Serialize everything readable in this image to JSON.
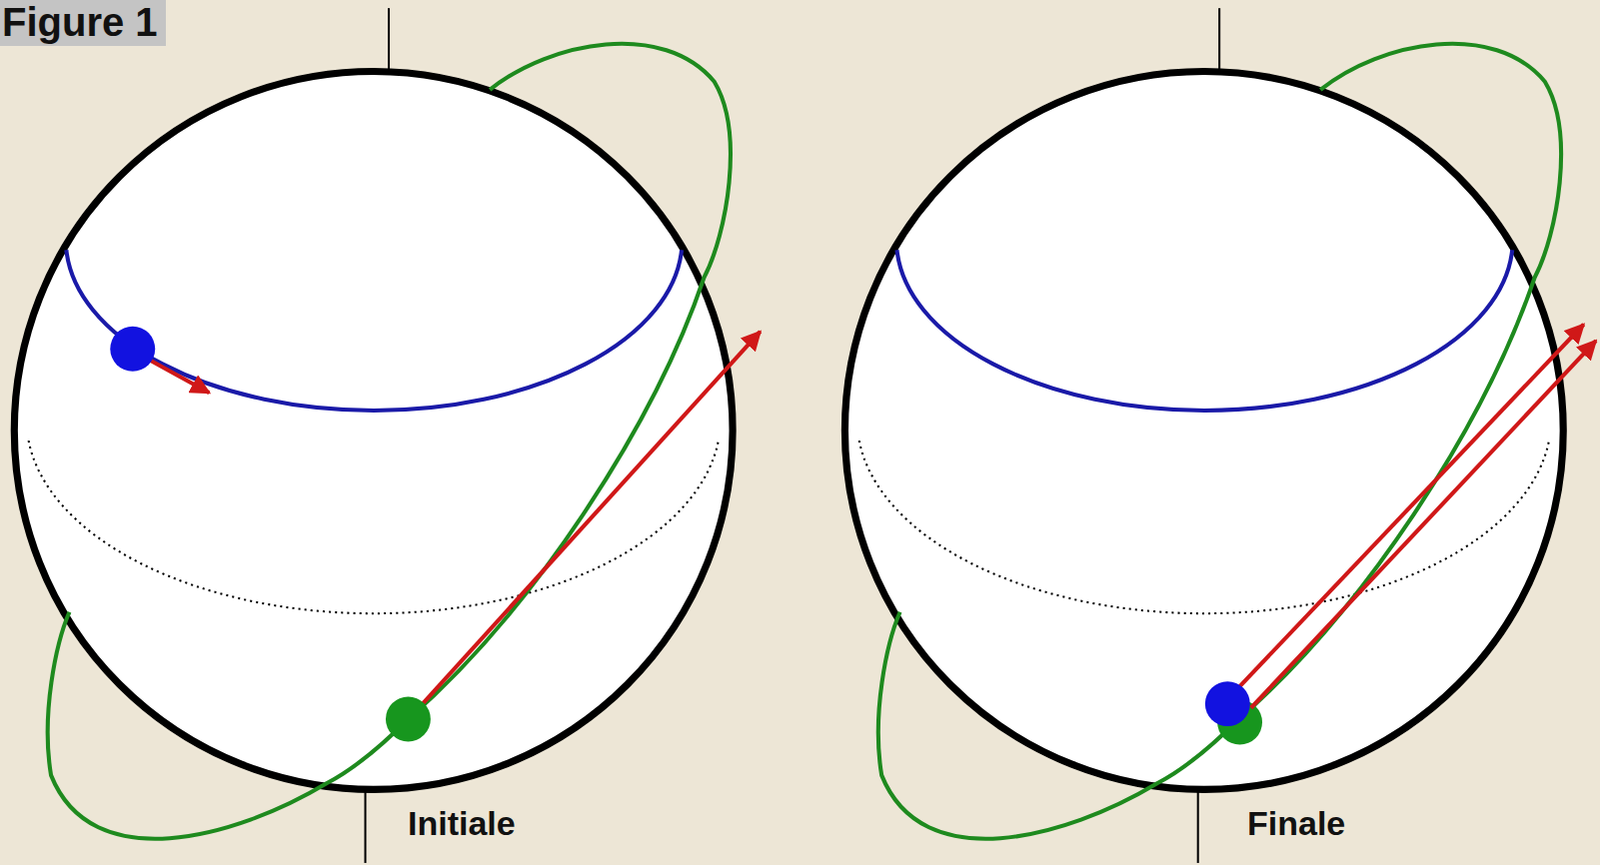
{
  "diagram": {
    "labels": [
      "Figure 1",
      "Initiale",
      "Finale"
    ]
  }
}
